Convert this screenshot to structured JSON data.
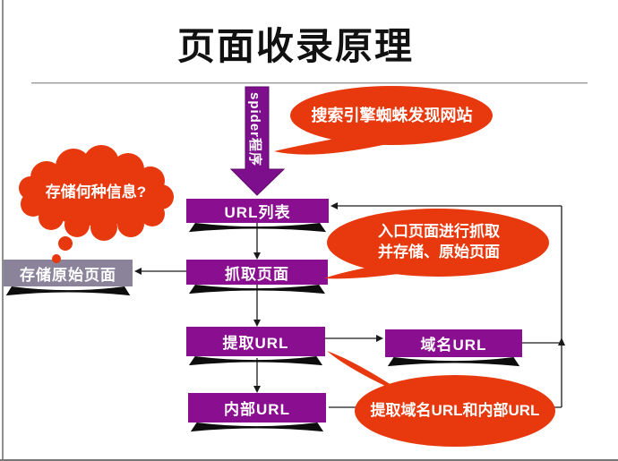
{
  "slide": {
    "title": "页面收录原理"
  },
  "flow": {
    "spider_arrow_label": "spider程序",
    "boxes": {
      "url_list": "URL列表",
      "crawl_page": "抓取页面",
      "extract_url": "提取URL",
      "internal_url": "内部URL",
      "domain_url": "域名URL",
      "store_original": "存储原始页面"
    }
  },
  "callouts": {
    "spider_discover": "搜索引擎蜘蛛发现网站",
    "entry_crawl_line1": "入口页面进行抓取",
    "entry_crawl_line2": "并存储、原始页面",
    "extract_oval": "提取域名URL和内部URL",
    "cloud_question": "存储何种信息?"
  },
  "colors": {
    "box_purple": "#8a0f90",
    "arrow_purple": "#7d0e8c",
    "callout_red": "#e8380d",
    "store_gray": "#8a8399",
    "shadow_black": "#0d0d0d",
    "connector": "#1a1a1a"
  }
}
